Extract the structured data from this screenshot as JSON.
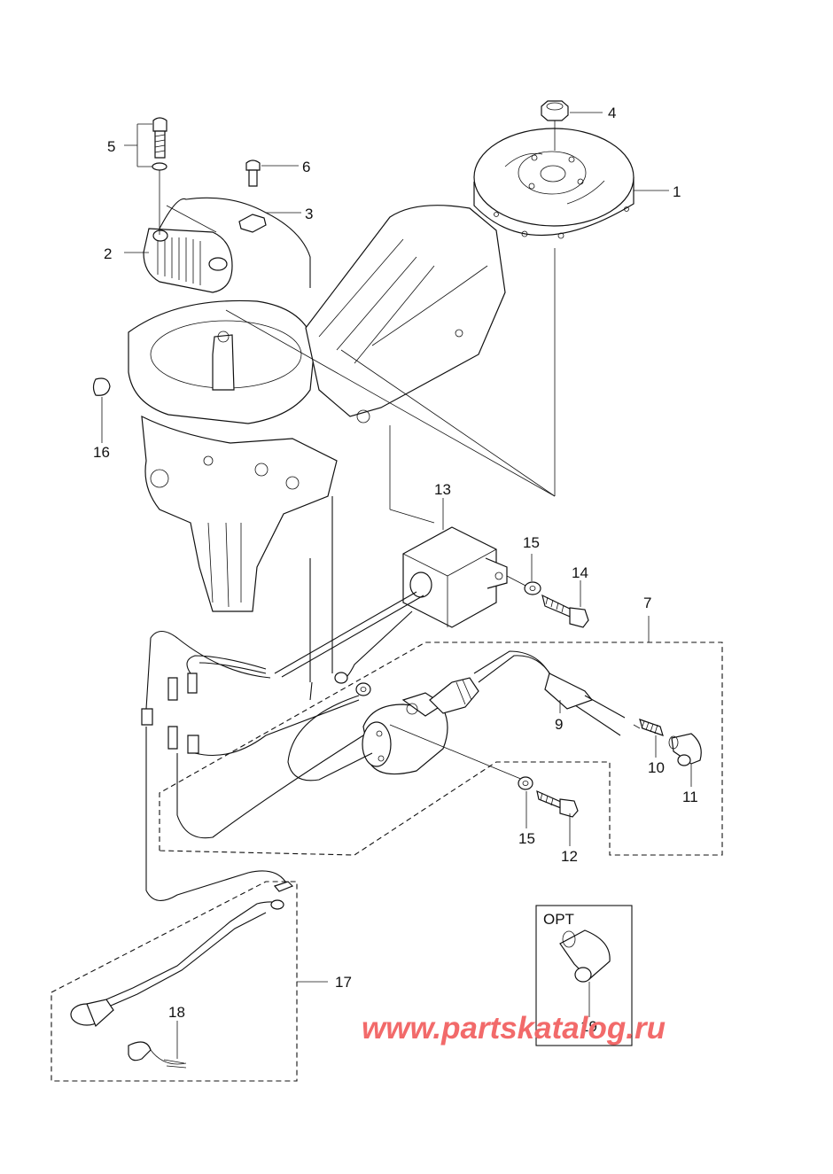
{
  "callouts": [
    "1",
    "2",
    "3",
    "4",
    "5",
    "6",
    "7",
    "9",
    "10",
    "11",
    "12",
    "13",
    "14",
    "15",
    "15",
    "16",
    "17",
    "18",
    "19"
  ],
  "opt_label": "OPT",
  "watermark": "www.partskatalog.ru",
  "colors": {
    "line": "#111111",
    "watermark": "#f26a6a",
    "background": "#ffffff"
  }
}
